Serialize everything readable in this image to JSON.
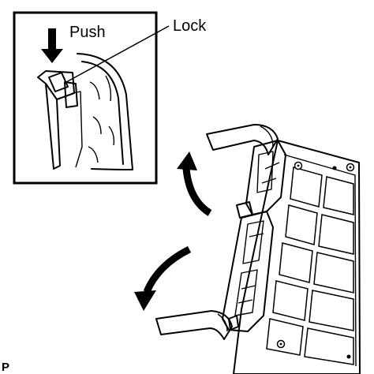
{
  "inset": {
    "push_label": "Push",
    "lock_label": "Lock"
  },
  "page_marker": "P"
}
